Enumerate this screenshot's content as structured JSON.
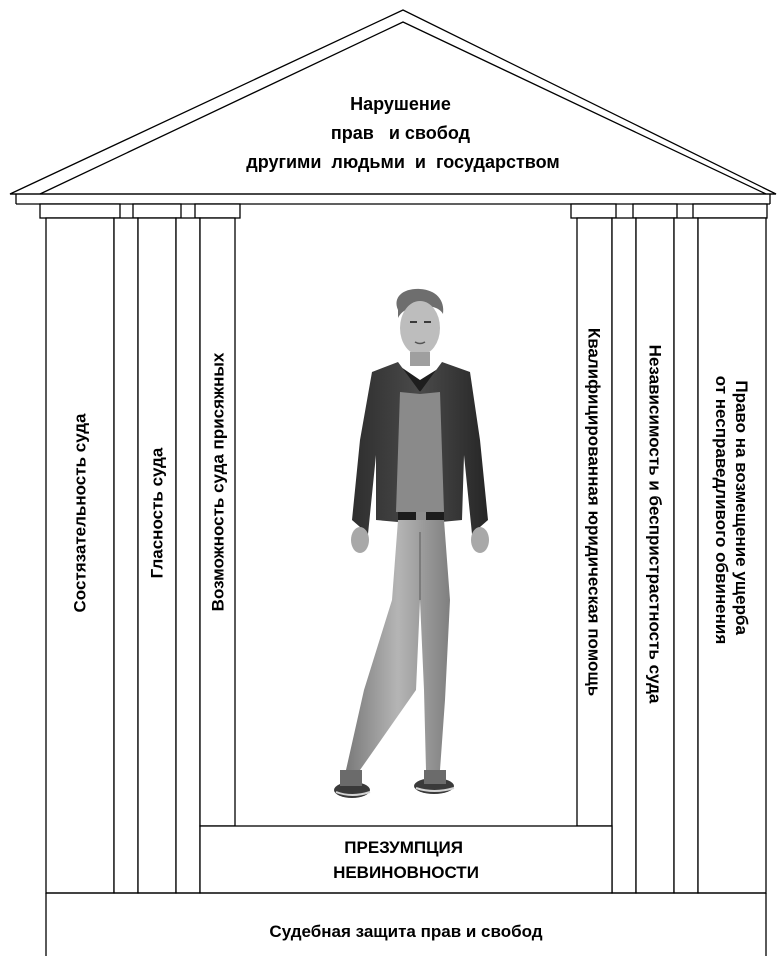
{
  "roof": {
    "lines": [
      "Нарушение",
      "прав   и свобод",
      "другими  людьми  и  государством"
    ]
  },
  "columns": [
    {
      "lines": [
        "Состязательность суда"
      ]
    },
    {
      "lines": [
        "Гласность суда"
      ]
    },
    {
      "lines": [
        "Возможность суда присяжных"
      ]
    },
    {
      "lines": [
        "Квалифицированная юридическая помощь"
      ]
    },
    {
      "lines": [
        "Независимость и беспристрастность суда"
      ]
    },
    {
      "lines": [
        "Право на возмещение ущерба",
        "от несправедливого обвинения"
      ]
    }
  ],
  "presumption": {
    "lines": [
      "ПРЕЗУМПЦИЯ",
      "НЕВИНОВНОСТИ"
    ]
  },
  "foundation": {
    "label": "Судебная защита прав и свобод"
  },
  "figure": {
    "icon": "standing-man-photo"
  }
}
